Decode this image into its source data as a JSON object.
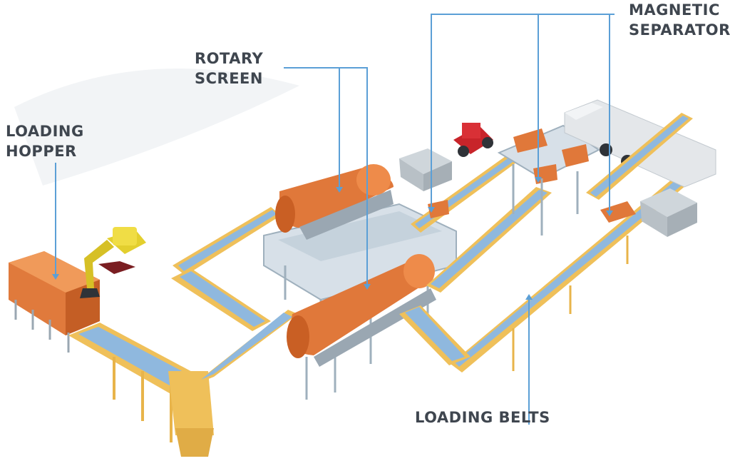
{
  "labels": {
    "rotary_screen": [
      "ROTARY",
      "SCREEN"
    ],
    "loading_hopper": [
      "LOADING",
      "HOPPER"
    ],
    "magnetic_separator": [
      "MAGNETIC",
      "SEPARATOR"
    ],
    "loading_belts": "LOADING BELTS"
  },
  "colors": {
    "rotary_drum": "#e0783a",
    "hopper": "#e07a3c",
    "conveyor_frame": "#efc05a",
    "belt_surface": "#8fb8de",
    "steel_platform": "#b9c7d3",
    "excavator": "#e3cf2e",
    "tractor": "#c8242a",
    "truck_body": "#e4e7ea",
    "bin": "#b8c0c6",
    "leader_line": "#5b9fd6",
    "label_text": "#3f464f"
  }
}
